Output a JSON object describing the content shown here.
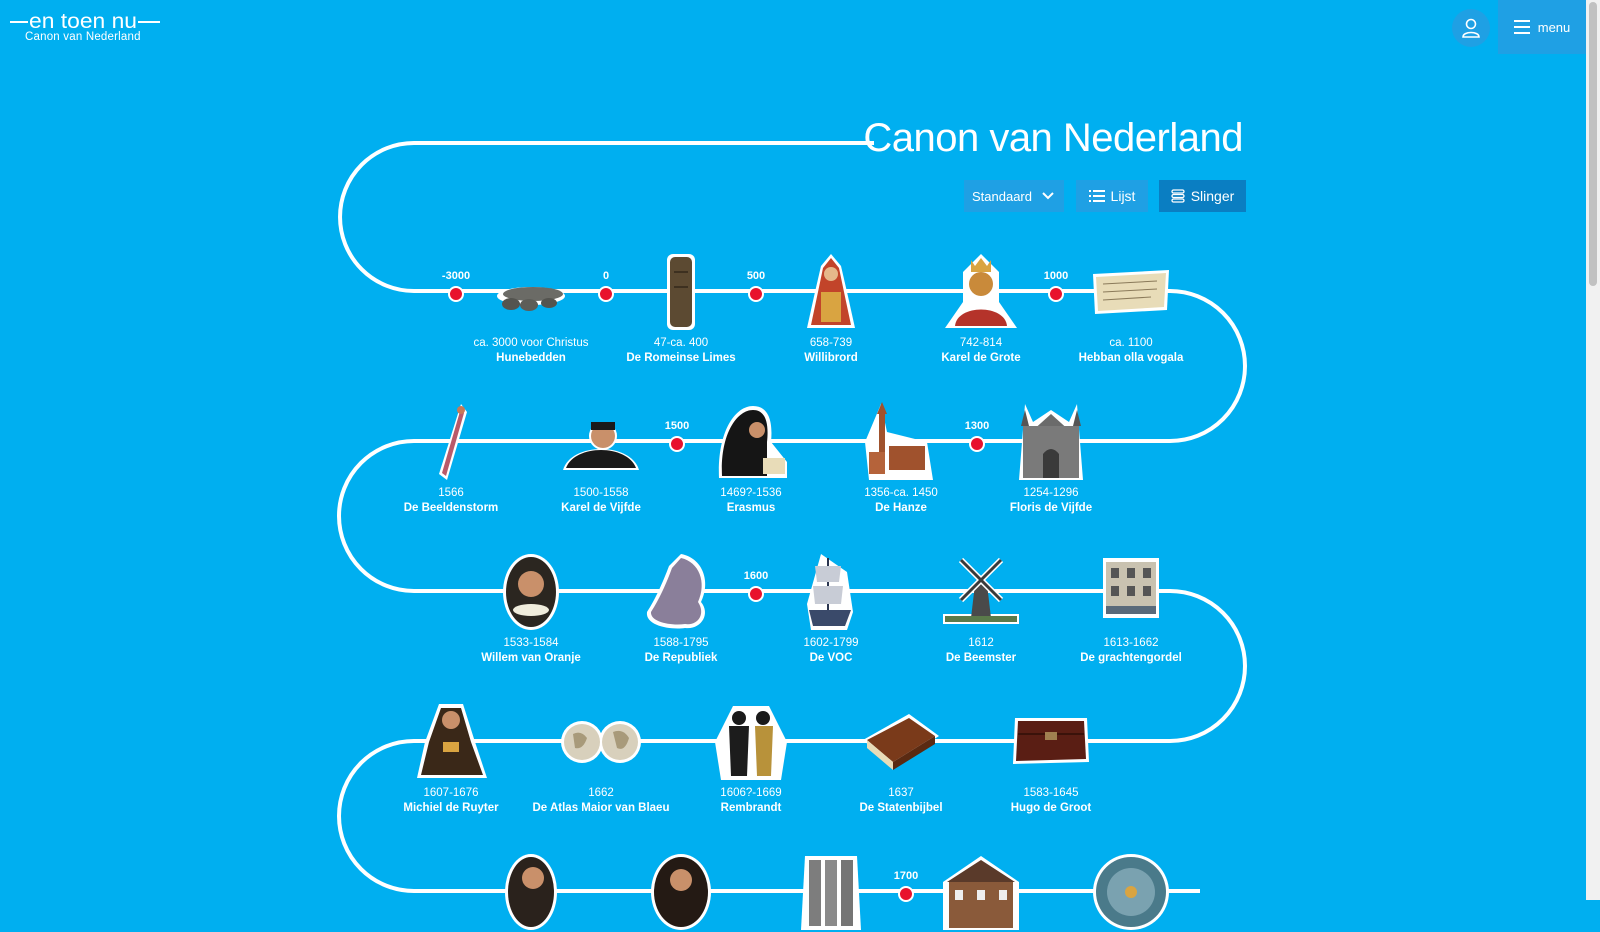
{
  "header": {
    "logo_text": "en toen nu",
    "logo_subtitle": "Canon van Nederland",
    "menu_label": "menu",
    "icons": {
      "user": "user-icon",
      "menu": "hamburger-icon"
    }
  },
  "page": {
    "title": "Canon van Nederland",
    "view_select": {
      "selected": "Standaard",
      "options": [
        "Standaard"
      ]
    },
    "views": [
      {
        "label": "Lijst",
        "icon": "list-icon",
        "active": false
      },
      {
        "label": "Slinger",
        "icon": "slinger-icon",
        "active": true
      }
    ]
  },
  "colors": {
    "background": "#00aff0",
    "line": "#ffffff",
    "marker": "#e8112d",
    "button": "#1fa0e4",
    "button_active": "#0a7ec2"
  },
  "timeline": {
    "markers": [
      "-3000",
      "0",
      "500",
      "1000",
      "1500",
      "1300",
      "1600",
      "1700"
    ],
    "items": [
      {
        "date": "ca. 3000 voor Christus",
        "title": "Hunebedden",
        "icon": "dolmen-icon"
      },
      {
        "date": "47-ca. 400",
        "title": "De Romeinse Limes",
        "icon": "roman-stone-icon"
      },
      {
        "date": "658-739",
        "title": "Willibrord",
        "icon": "bishop-icon"
      },
      {
        "date": "742-814",
        "title": "Karel de Grote",
        "icon": "crowned-bust-icon"
      },
      {
        "date": "ca. 1100",
        "title": "Hebban olla vogala",
        "icon": "manuscript-icon"
      },
      {
        "date": "1566",
        "title": "De Beeldenstorm",
        "icon": "broken-statue-icon"
      },
      {
        "date": "1500-1558",
        "title": "Karel de Vijfde",
        "icon": "emperor-portrait-icon"
      },
      {
        "date": "1469?-1536",
        "title": "Erasmus",
        "icon": "scholar-icon"
      },
      {
        "date": "1356-ca. 1450",
        "title": "De Hanze",
        "icon": "hanse-town-icon"
      },
      {
        "date": "1254-1296",
        "title": "Floris de Vijfde",
        "icon": "gothic-castle-icon"
      },
      {
        "date": "1533-1584",
        "title": "Willem van Oranje",
        "icon": "prince-portrait-icon"
      },
      {
        "date": "1588-1795",
        "title": "De Republiek",
        "icon": "leo-belgicus-map-icon"
      },
      {
        "date": "1602-1799",
        "title": "De VOC",
        "icon": "sailing-ship-icon"
      },
      {
        "date": "1612",
        "title": "De Beemster",
        "icon": "windmill-icon"
      },
      {
        "date": "1613-1662",
        "title": "De grachtengordel",
        "icon": "canal-house-icon"
      },
      {
        "date": "1607-1676",
        "title": "Michiel de Ruyter",
        "icon": "admiral-portrait-icon"
      },
      {
        "date": "1662",
        "title": "De Atlas Maior van Blaeu",
        "icon": "world-map-icon"
      },
      {
        "date": "1606?-1669",
        "title": "Rembrandt",
        "icon": "night-watch-figures-icon"
      },
      {
        "date": "1637",
        "title": "De Statenbijbel",
        "icon": "bible-book-icon"
      },
      {
        "date": "1583-1645",
        "title": "Hugo de Groot",
        "icon": "book-chest-icon"
      },
      {
        "date": "",
        "title": "",
        "icon": "man-portrait-icon"
      },
      {
        "date": "",
        "title": "",
        "icon": "philosopher-portrait-icon"
      },
      {
        "date": "",
        "title": "",
        "icon": "statue-group-icon"
      },
      {
        "date": "",
        "title": "",
        "icon": "country-house-icon"
      },
      {
        "date": "",
        "title": "",
        "icon": "astronomical-clock-icon"
      }
    ]
  }
}
